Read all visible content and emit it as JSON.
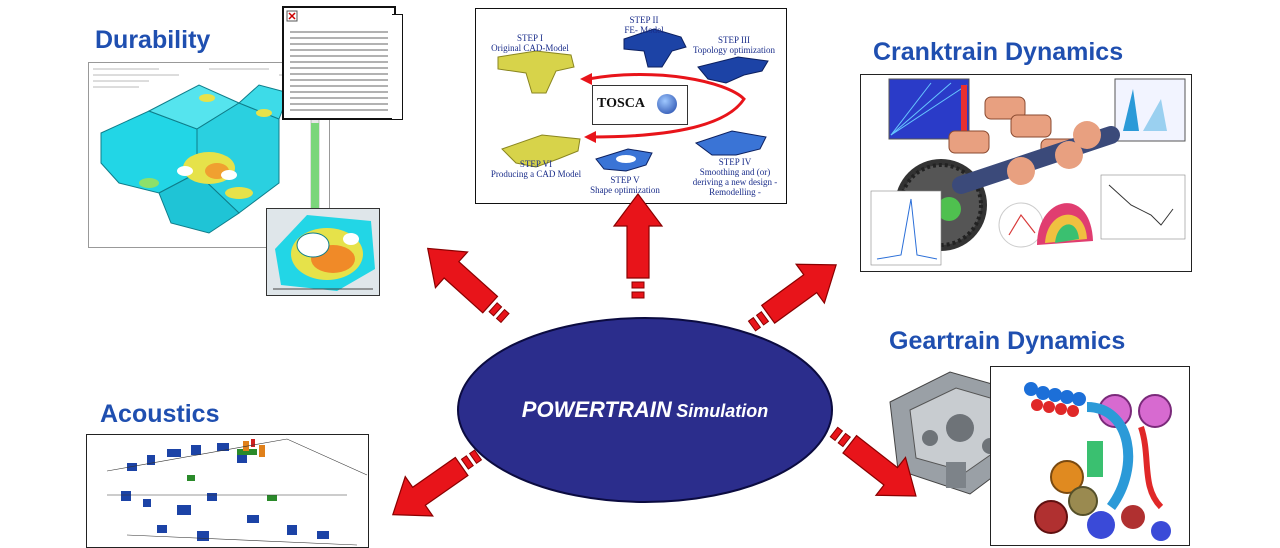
{
  "center": {
    "main": "POWERTRAIN",
    "sub": "Simulation"
  },
  "headings": {
    "durability": "Durability",
    "cranktrain": "Cranktrain Dynamics",
    "geartrain": "Geartrain Dynamics",
    "acoustics": "Acoustics"
  },
  "optimization_panel": {
    "logo": "TOSCA",
    "steps": [
      {
        "title": "STEP I",
        "desc": "Original CAD-Model"
      },
      {
        "title": "STEP II",
        "desc": "FE- Model"
      },
      {
        "title": "STEP III",
        "desc": "Topology optimization"
      },
      {
        "title": "STEP IV",
        "desc": "Smoothing and (or) deriving a new design - Remodelling -"
      },
      {
        "title": "STEP V",
        "desc": "Shape optimization"
      },
      {
        "title": "STEP VI",
        "desc": "Producing a CAD Model"
      }
    ]
  },
  "colors": {
    "heading": "#1f4fb0",
    "ellipse_fill": "#2b2d8c",
    "arrow_fill": "#e8141a",
    "fea_cyan": "#22d6e6",
    "part_yellow": "#d7d34a",
    "part_blue": "#1c43a6"
  },
  "icons": [
    "close-icon",
    "tosca-globe-icon"
  ]
}
